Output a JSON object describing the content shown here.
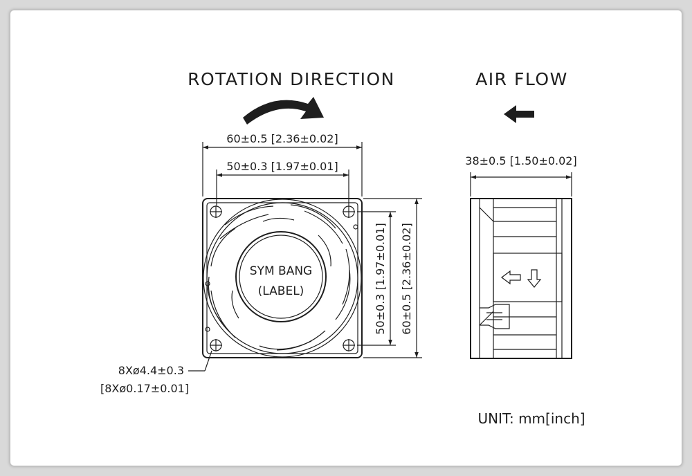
{
  "titles": {
    "rotation_direction": "ROTATION DIRECTION",
    "air_flow": "AIR FLOW"
  },
  "dimensions": {
    "front_width_outer": "60±0.5 [2.36±0.02]",
    "front_width_inner": "50±0.3 [1.97±0.01]",
    "front_height_inner": "50±0.3 [1.97±0.01]",
    "front_height_outer": "60±0.5 [2.36±0.02]",
    "side_depth": "38±0.5 [1.50±0.02]",
    "holes_mm": "8Xø4.4±0.3",
    "holes_inch": "[8Xø0.17±0.01]"
  },
  "label": {
    "line1": "SYM BANG",
    "line2": "(LABEL)"
  },
  "unit": "UNIT: mm[inch]",
  "colors": {
    "ink": "#1e1e1e",
    "paper": "#ffffff",
    "background": "#d9d9d9"
  },
  "icons": {
    "rotation": "curved-arrow-right-icon",
    "airflow": "arrow-left-icon",
    "side_marks": [
      "hollow-arrow-left-icon",
      "hollow-arrow-down-icon"
    ]
  }
}
